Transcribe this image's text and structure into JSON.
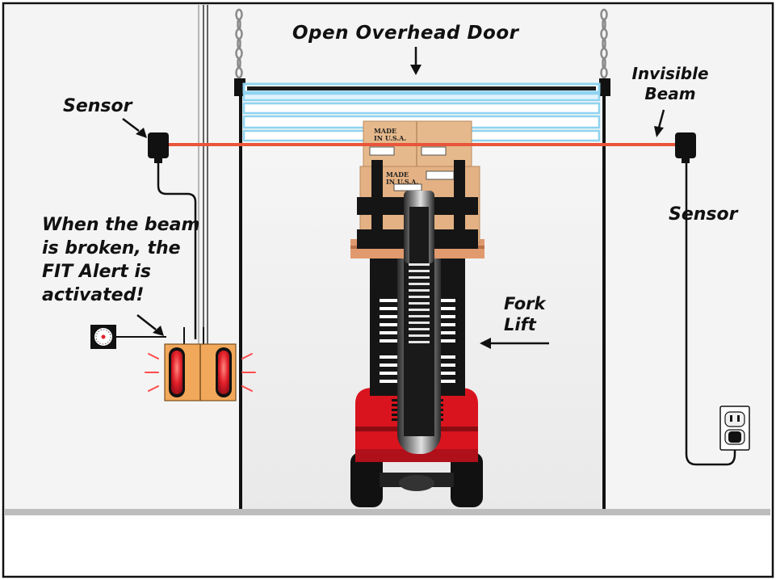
{
  "labels": {
    "door": "Open Overhead Door",
    "sensor_left": "Sensor",
    "sensor_right": "Sensor",
    "beam": [
      "Invisible",
      "Beam"
    ],
    "alert": [
      "When the beam",
      "is broken, the",
      "FIT Alert is",
      "activated!"
    ],
    "forklift": [
      "Fork",
      "Lift"
    ],
    "box_print_1": [
      "MADE",
      "IN U.S.A."
    ],
    "box_print_2": [
      "MADE",
      "IN U.S.A."
    ]
  },
  "colors": {
    "beam": "#e8553a",
    "door_slats": "#8fd3f0",
    "forklift_body": "#d9141e",
    "forklift_mast": "#1a1a1a",
    "alarm_box": "#f2a85a",
    "alarm_light": "#e3202a",
    "boxes": "#e6b98c",
    "pallet": "#e09a6e",
    "wall": "#f4f4f4",
    "floor": "#bdbdbd"
  },
  "icons": [
    "sensor-icon",
    "alarm-light-icon",
    "timer-dial-icon",
    "power-outlet-icon",
    "chain-icon"
  ]
}
